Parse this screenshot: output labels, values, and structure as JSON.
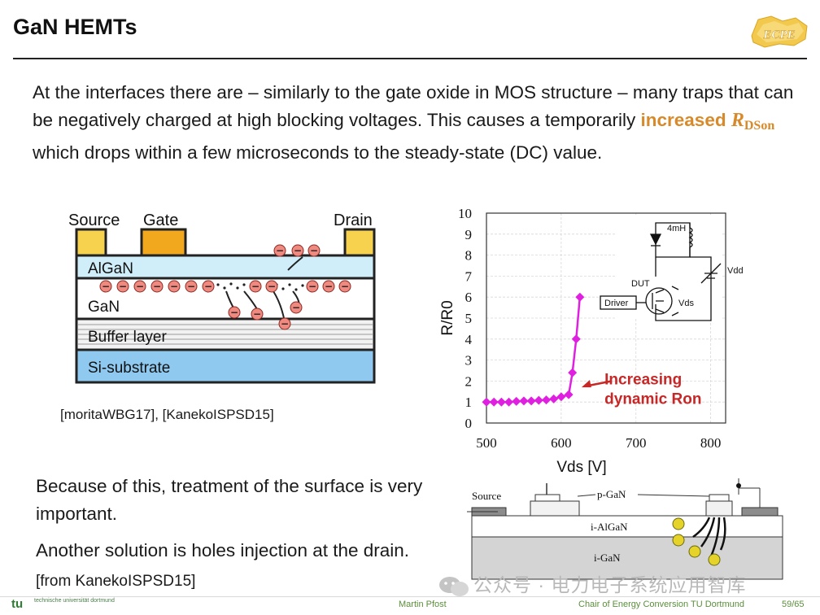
{
  "slide": {
    "title": "GaN HEMTs",
    "logo_text": "ECPE"
  },
  "intro": {
    "part1": "At the interfaces there are – similarly to the gate oxide in MOS structure – many traps that can be negatively charged at high blocking voltages. This causes a temporarily ",
    "highlight": "increased",
    "rds_main": "R",
    "rds_sub": "DSon",
    "part2": " which drops within a few microseconds to the steady-state (DC) value."
  },
  "cross_section": {
    "source_label": "Source",
    "gate_label": "Gate",
    "drain_label": "Drain",
    "layers": [
      "AlGaN",
      "GaN",
      "Buffer layer",
      "Si-substrate"
    ],
    "charge_symbol": "−",
    "citation": "[moritaWBG17], [KanekoISPSD15]"
  },
  "chart_data": {
    "type": "line",
    "x": [
      500,
      510,
      520,
      530,
      540,
      550,
      560,
      570,
      580,
      590,
      600,
      610,
      615,
      620,
      625
    ],
    "series": [
      {
        "values": [
          1.0,
          1.0,
          1.0,
          1.0,
          1.03,
          1.05,
          1.05,
          1.08,
          1.1,
          1.15,
          1.25,
          1.35,
          2.4,
          4.0,
          6.0
        ]
      }
    ],
    "xlabel": "Vds [V]",
    "ylabel": "R/R0",
    "xlim": [
      500,
      820
    ],
    "ylim": [
      0,
      10
    ],
    "xticks": [
      500,
      600,
      700,
      800
    ],
    "yticks": [
      0,
      1,
      2,
      3,
      4,
      5,
      6,
      7,
      8,
      9,
      10
    ],
    "annotation": [
      "Increasing",
      "dynamic Ron"
    ],
    "line_color": "#e020e0",
    "annotation_color": "#c62828",
    "inset": {
      "inductor_label": "4mH",
      "vdd_label": "Vdd",
      "dut_label": "DUT",
      "driver_label": "Driver",
      "vds_label": "Vds"
    }
  },
  "bottom": {
    "line1": "Because of this, treatment of the surface is very important.",
    "line2": "Another solution is holes injection at the drain.",
    "line2_cite": " [from KanekoISPSD15]"
  },
  "pgan_diagram": {
    "source_label": "Source",
    "pgan_label": "p-GaN",
    "ialgan_label": "i-AlGaN",
    "igan_label": "i-GaN"
  },
  "watermark": {
    "text": "公众号 · 电力电子系统应用智库"
  },
  "footer": {
    "tu_logo": "tu",
    "tu_sub": "technische universität dortmund",
    "author": "Martin Pfost",
    "chair": "Chair of Energy Conversion TU Dortmund",
    "page": "59/65"
  }
}
